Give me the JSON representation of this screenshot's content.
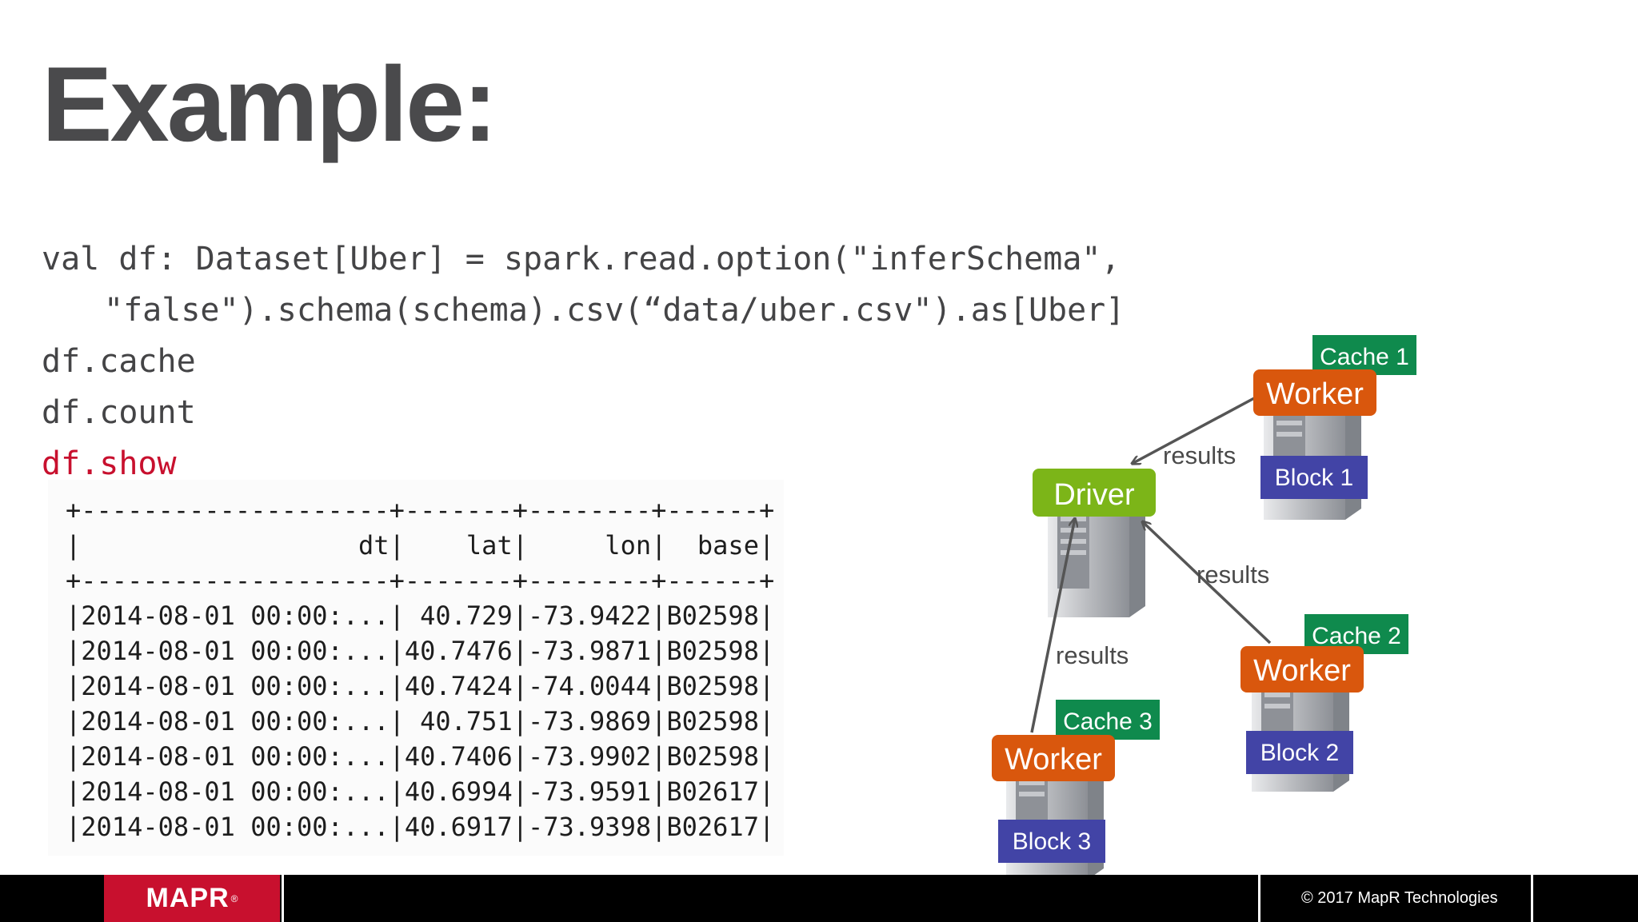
{
  "title": "Example:",
  "code_lines": [
    "val df: Dataset[Uber] = spark.read.option(\"inferSchema\",",
    "\"false\").schema(schema).csv(“data/uber.csv\").as[Uber]",
    "df.cache",
    "df.count",
    "df.show"
  ],
  "output_lines": [
    "+--------------------+-------+--------+------+",
    "|                  dt|    lat|     lon|  base|",
    "+--------------------+-------+--------+------+",
    "|2014-08-01 00:00:...| 40.729|-73.9422|B02598|",
    "|2014-08-01 00:00:...|40.7476|-73.9871|B02598|",
    "|2014-08-01 00:00:...|40.7424|-74.0044|B02598|",
    "|2014-08-01 00:00:...| 40.751|-73.9869|B02598|",
    "|2014-08-01 00:00:...|40.7406|-73.9902|B02598|",
    "|2014-08-01 00:00:...|40.6994|-73.9591|B02617|",
    "|2014-08-01 00:00:...|40.6917|-73.9398|B02617|"
  ],
  "diagram": {
    "driver_label": "Driver",
    "worker_label": "Worker",
    "results_label": "results",
    "cache_labels": [
      "Cache 1",
      "Cache 2",
      "Cache 3"
    ],
    "block_labels": [
      "Block 1",
      "Block 2",
      "Block 3"
    ]
  },
  "colors": {
    "driver": "#7cb518",
    "worker": "#d9570d",
    "cache": "#0f8a4d",
    "block": "#4244a6",
    "accent": "#c8102e"
  },
  "footer": {
    "logo": "MAPR",
    "logo_mark": "®",
    "copyright": "© 2017 MapR Technologies"
  }
}
